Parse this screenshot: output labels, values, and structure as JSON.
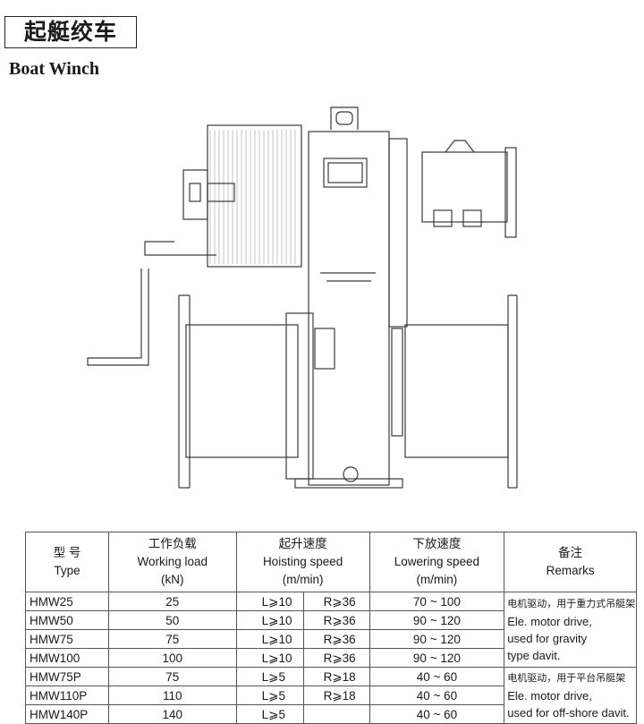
{
  "title_cn": "起艇绞车",
  "title_en": "Boat Winch",
  "table": {
    "headers": {
      "type": {
        "cn": "型  号",
        "en": "Type"
      },
      "load": {
        "cn": "工作负载",
        "en": "Working load",
        "unit": "(kN)"
      },
      "hoist": {
        "cn": "起升速度",
        "en": "Hoisting speed",
        "unit": "(m/min)"
      },
      "lower": {
        "cn": "下放速度",
        "en": "Lowering speed",
        "unit": "(m/min)"
      },
      "remarks": {
        "cn": "备注",
        "en": "Remarks"
      }
    },
    "rows": [
      {
        "type": "HMW25",
        "load": "25",
        "l": "L⩾10",
        "r": "R⩾36",
        "lower": "70 ~ 100"
      },
      {
        "type": "HMW50",
        "load": "50",
        "l": "L⩾10",
        "r": "R⩾36",
        "lower": "90 ~ 120"
      },
      {
        "type": "HMW75",
        "load": "75",
        "l": "L⩾10",
        "r": "R⩾36",
        "lower": "90 ~ 120"
      },
      {
        "type": "HMW100",
        "load": "100",
        "l": "L⩾10",
        "r": "R⩾36",
        "lower": "90 ~ 120"
      },
      {
        "type": "HMW75P",
        "load": "75",
        "l": "L⩾5",
        "r": "R⩾18",
        "lower": "40 ~ 60"
      },
      {
        "type": "HMW110P",
        "load": "110",
        "l": "L⩾5",
        "r": "R⩾18",
        "lower": "40 ~ 60"
      },
      {
        "type": "HMW140P",
        "load": "140",
        "l": "L⩾5",
        "r": "",
        "lower": "40 ~ 60"
      }
    ],
    "remarks": [
      {
        "cn": "电机驱动，用于重力式吊艇架",
        "en1": "Ele. motor drive,",
        "en2": "used for gravity",
        "en3": "type davit."
      },
      {
        "cn": "电机驱动，用于平台吊艇架",
        "en1": "Ele. motor drive,",
        "en2": "used for off-shore davit.",
        "en3": ""
      }
    ]
  }
}
